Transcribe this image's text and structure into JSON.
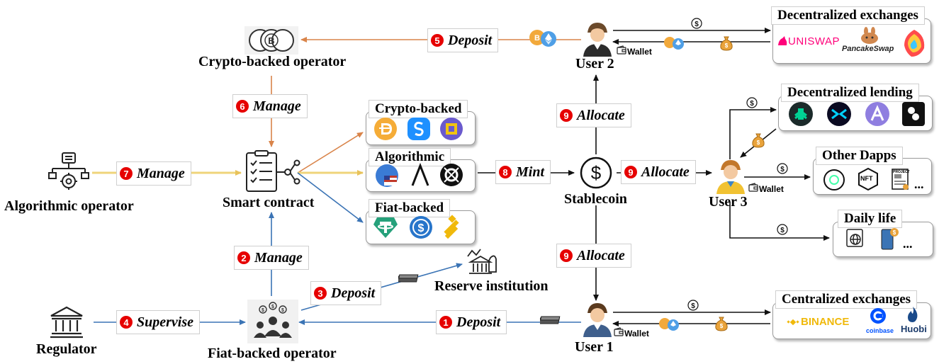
{
  "nodes": {
    "crypto_operator": "Crypto-backed operator",
    "algorithmic_operator": "Algorithmic operator",
    "smart_contract": "Smart contract",
    "regulator": "Regulator",
    "fiat_operator": "Fiat-backed operator",
    "reserve_institution": "Reserve institution",
    "stablecoin": "Stablecoin",
    "user1": "User 1",
    "user2": "User 2",
    "user3": "User 3",
    "wallet": "Wallet"
  },
  "stablecoin_types": {
    "crypto_backed": "Crypto-backed",
    "algorithmic": "Algorithmic",
    "fiat_backed": "Fiat-backed"
  },
  "steps": [
    {
      "num": "1",
      "label": "Deposit"
    },
    {
      "num": "2",
      "label": "Manage"
    },
    {
      "num": "3",
      "label": "Deposit"
    },
    {
      "num": "4",
      "label": "Supervise"
    },
    {
      "num": "5",
      "label": "Deposit"
    },
    {
      "num": "6",
      "label": "Manage"
    },
    {
      "num": "7",
      "label": "Manage"
    },
    {
      "num": "8",
      "label": "Mint"
    },
    {
      "num": "9",
      "label": "Allocate"
    }
  ],
  "panels": {
    "dex": "Decentralized exchanges",
    "lending": "Decentralized lending",
    "dapps": "Other Dapps",
    "daily": "Daily life",
    "cex": "Centralized exchanges"
  },
  "brands": {
    "uniswap": "UNISWAP",
    "pancake": "PancakeSwap",
    "binance": "BINANCE",
    "coinbase": "coinbase",
    "huobi": "Huobi",
    "nft": "NFT",
    "project": "PROJECT"
  },
  "ellipsis": "...",
  "dollar": "$",
  "colors": {
    "orange": "#d9844a",
    "blue": "#3b74b5",
    "yellow": "#f2d36b",
    "red": "#e60000",
    "black": "#111111"
  }
}
